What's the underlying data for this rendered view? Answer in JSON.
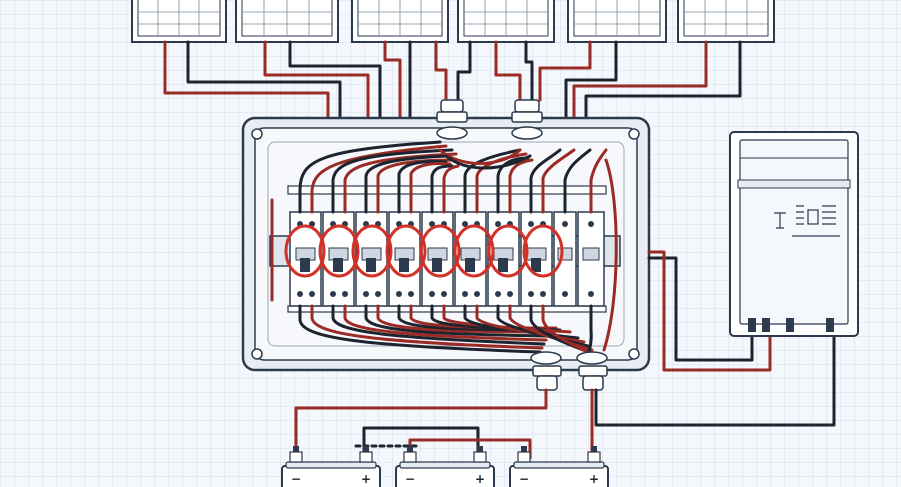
{
  "diagram": {
    "kind": "solar wiring schematic",
    "colors": {
      "background": "#f4f7fb",
      "grid": "#cdd8e6",
      "outline": "#2c3a4d",
      "panel_fill": "#ffffff",
      "positive_wire": "#9a2b25",
      "negative_wire": "#1d2430",
      "breaker_highlight": "#d23127"
    },
    "components": {
      "solar_panels": {
        "count": 6
      },
      "combiner_box": {
        "breaker_count": 10,
        "highlighted_breakers": 8
      },
      "inverter": {
        "count": 1
      },
      "batteries": {
        "count": 3,
        "items": [
          {
            "negative": "−",
            "positive": "+"
          },
          {
            "negative": "−",
            "positive": "+"
          },
          {
            "negative": "−",
            "positive": "+"
          }
        ]
      }
    }
  }
}
